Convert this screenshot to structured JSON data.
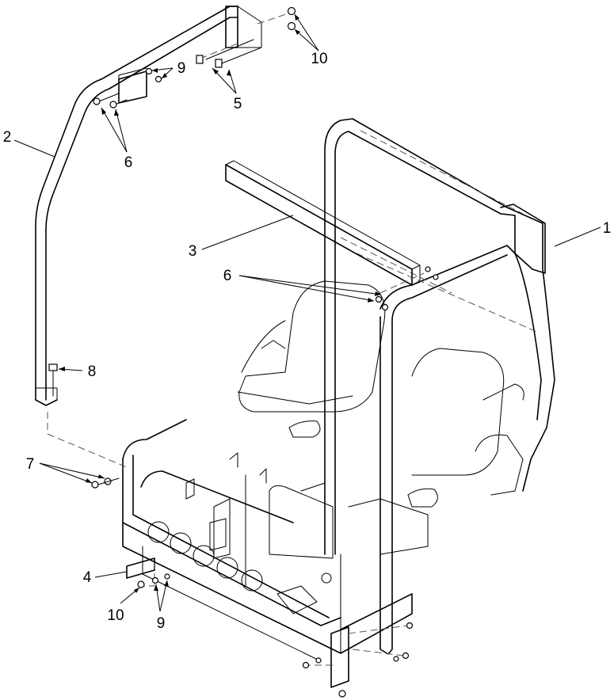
{
  "callouts": {
    "c1": "1",
    "c2": "2",
    "c3": "3",
    "c4": "4",
    "c5": "5",
    "c6a": "6",
    "c6b": "6",
    "c7": "7",
    "c8": "8",
    "c9a": "9",
    "c9b": "9",
    "c10a": "10",
    "c10b": "10"
  },
  "colors": {
    "line": "#000000",
    "hidden_line": "#555555",
    "background": "#ffffff"
  }
}
